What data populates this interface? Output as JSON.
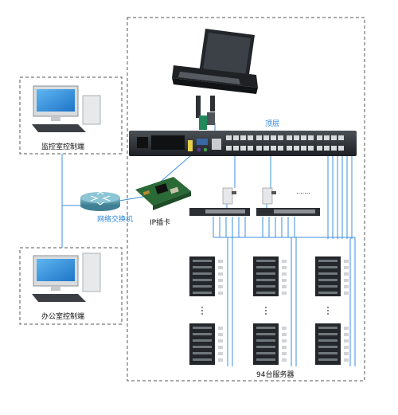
{
  "labels": {
    "monitor_client": "监控室控制端",
    "office_client": "办公室控制端",
    "network_switch": "网络交换机",
    "ip_card": "IP插卡",
    "top_layer": "顶层",
    "servers_94": "94台服务器",
    "dots": "......."
  },
  "colors": {
    "link": "#3b8fe0",
    "dashed_border": "#555555",
    "switch_body": "#2b2f33",
    "pcb": "#2a6a36"
  }
}
